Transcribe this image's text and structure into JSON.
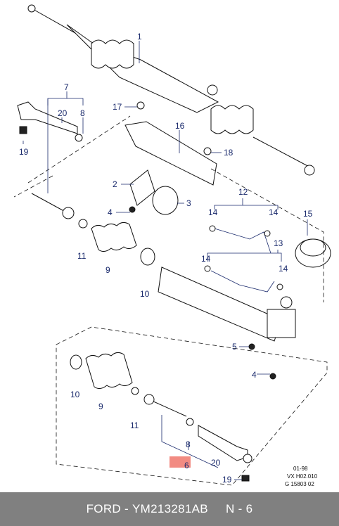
{
  "labels": {
    "l1": "1",
    "l2": "2",
    "l3": "3",
    "l4a": "4",
    "l4b": "4",
    "l5": "5",
    "l6": "6",
    "l7": "7",
    "l8a": "8",
    "l8b": "8",
    "l9a": "9",
    "l9b": "9",
    "l10a": "10",
    "l10b": "10",
    "l11a": "11",
    "l11b": "11",
    "l12": "12",
    "l13": "13",
    "l14a": "14",
    "l14b": "14",
    "l14c": "14",
    "l14d": "14",
    "l15": "15",
    "l16": "16",
    "l17": "17",
    "l18": "18",
    "l19a": "19",
    "l19b": "19",
    "l20a": "20",
    "l20b": "20"
  },
  "reference": {
    "line1": "01-98",
    "line2": "VX H02.010",
    "line3": "G 15803 02"
  },
  "footer": {
    "brand": "FORD",
    "part_number": "YM213281AB",
    "separator": "-",
    "item": "N - 6"
  },
  "colors": {
    "highlight": "#f28b82",
    "footer_bg": "#808080",
    "label_color": "#1a2a6c"
  }
}
